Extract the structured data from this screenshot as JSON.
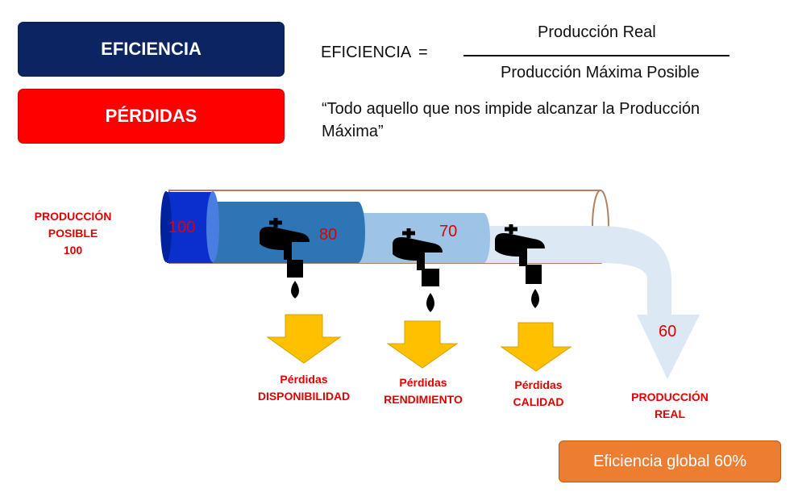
{
  "boxes": {
    "eficiencia": "EFICIENCIA",
    "perdidas": "PÉRDIDAS"
  },
  "formula": {
    "label": "EFICIENCIA",
    "equals": "=",
    "numerator": "Producción Real",
    "denominator": "Producción Máxima Posible"
  },
  "definition": "“Todo aquello que nos impide alcanzar la Producción Máxima”",
  "diagram": {
    "input_label": [
      "PRODUCCIÓN",
      "POSIBLE",
      "100"
    ],
    "stage_values": [
      "100",
      "80",
      "70",
      "60"
    ],
    "losses": [
      {
        "line1": "Pérdidas",
        "line2": "DISPONIBILIDAD"
      },
      {
        "line1": "Pérdidas",
        "line2": "RENDIMIENTO"
      },
      {
        "line1": "Pérdidas",
        "line2": "CALIDAD"
      }
    ],
    "output_label": [
      "PRODUCCIÓN",
      "REAL"
    ],
    "colors": {
      "dark_blue": "#0a2fcc",
      "mid_blue": "#2e75b6",
      "light_blue": "#9dc3e6",
      "pale_blue": "#dce9f5",
      "arrow_yellow": "#ffc000",
      "pipe_outline": "#b08060"
    }
  },
  "global_efficiency": "Eficiencia global 60%"
}
